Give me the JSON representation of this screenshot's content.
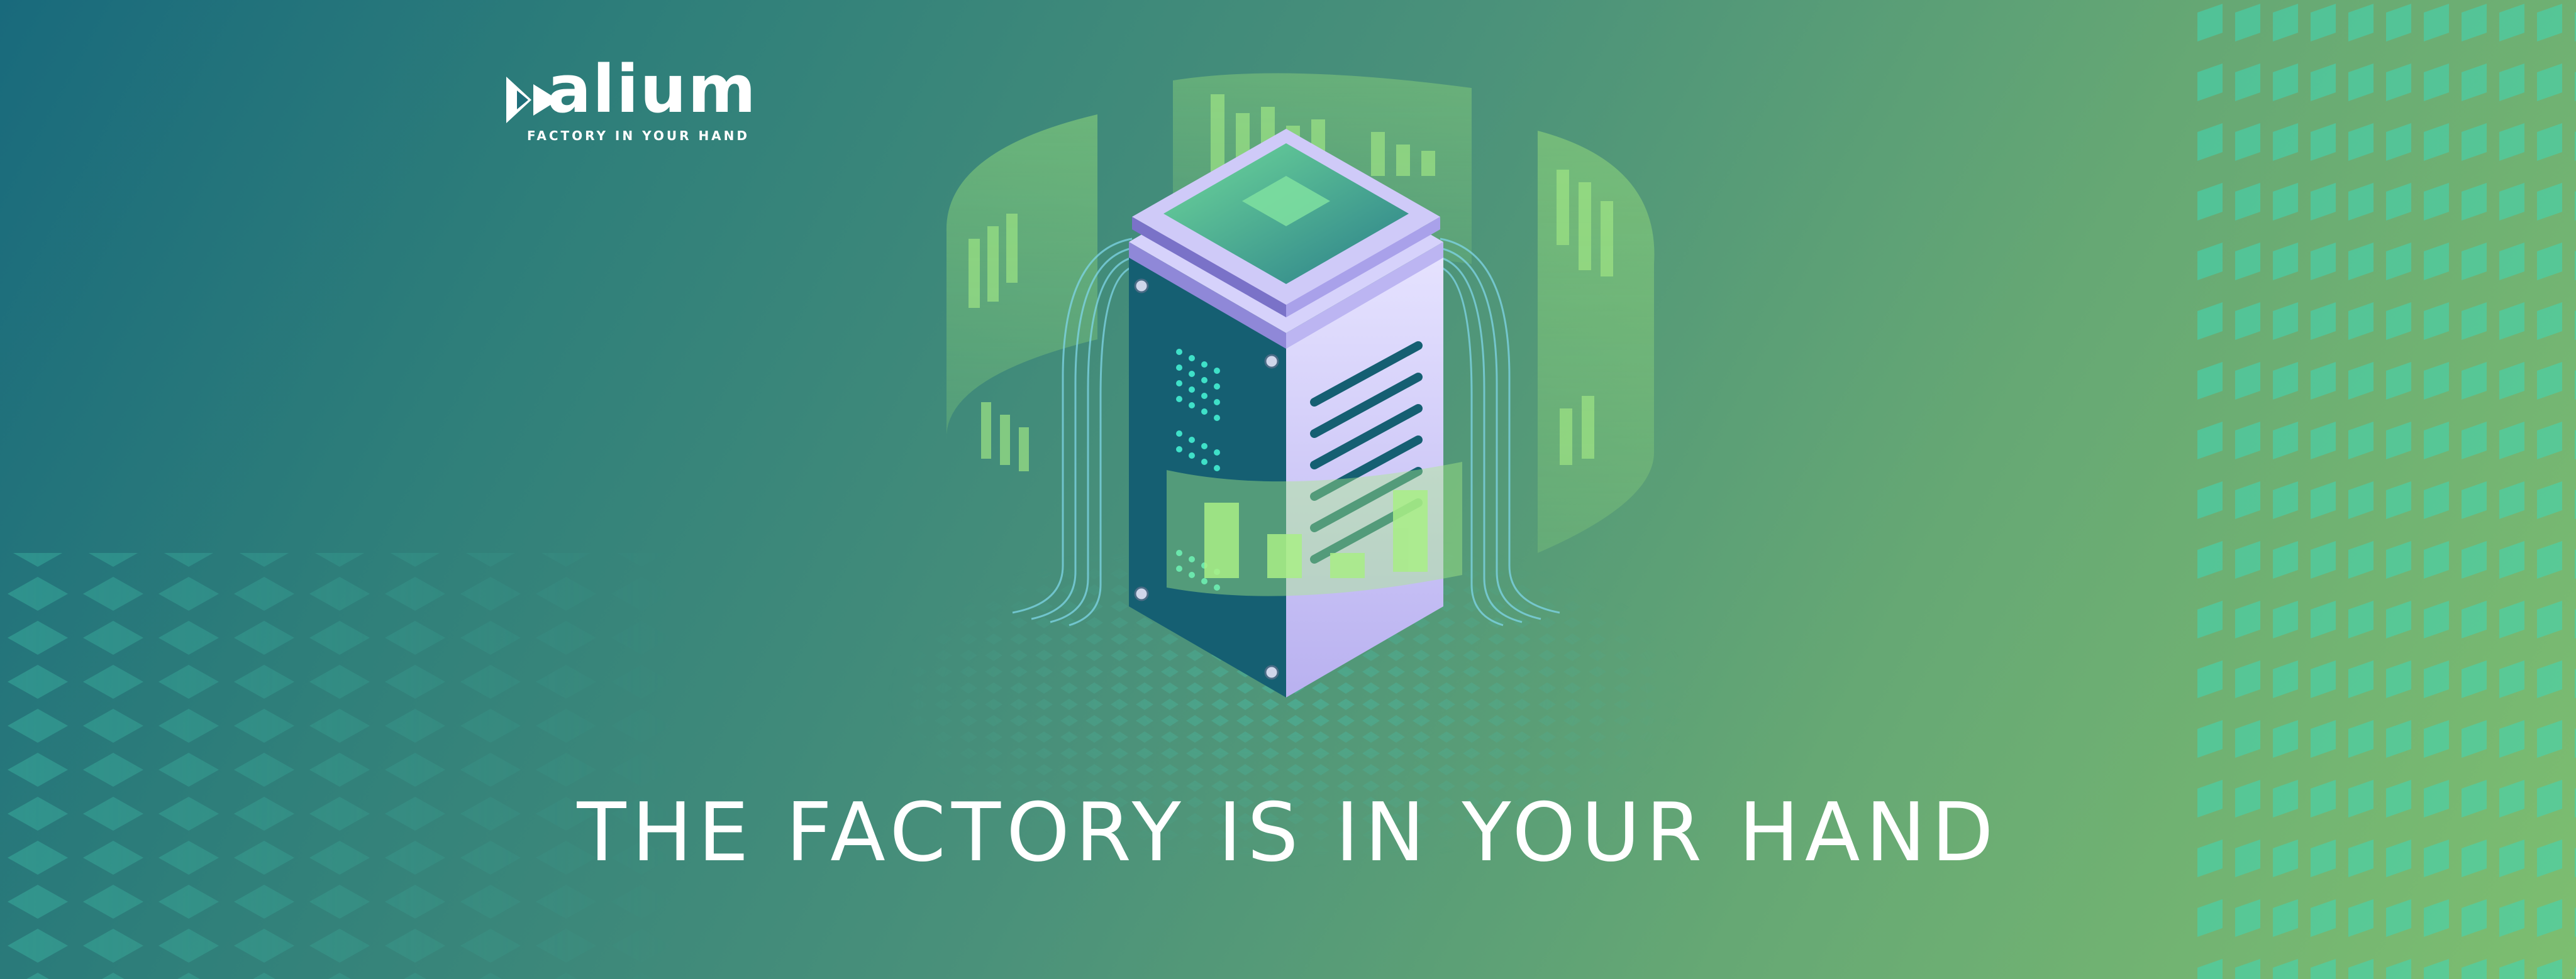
{
  "brand": {
    "name": "alium",
    "tagline": "FACTORY IN YOUR HAND"
  },
  "headline": "THE FACTORY IS IN YOUR HAND",
  "icons": {
    "logo": "alium-logo-icon",
    "illustration": "server-tower-icon"
  },
  "colors": {
    "background_start": "#196a7c",
    "background_end": "#7dbe70",
    "accent_teal": "#40d6b4",
    "server_face_light": "#c9c4f4",
    "server_face_dark": "#155f72",
    "hologram_green": "#8fd97a",
    "text": "#ffffff"
  }
}
